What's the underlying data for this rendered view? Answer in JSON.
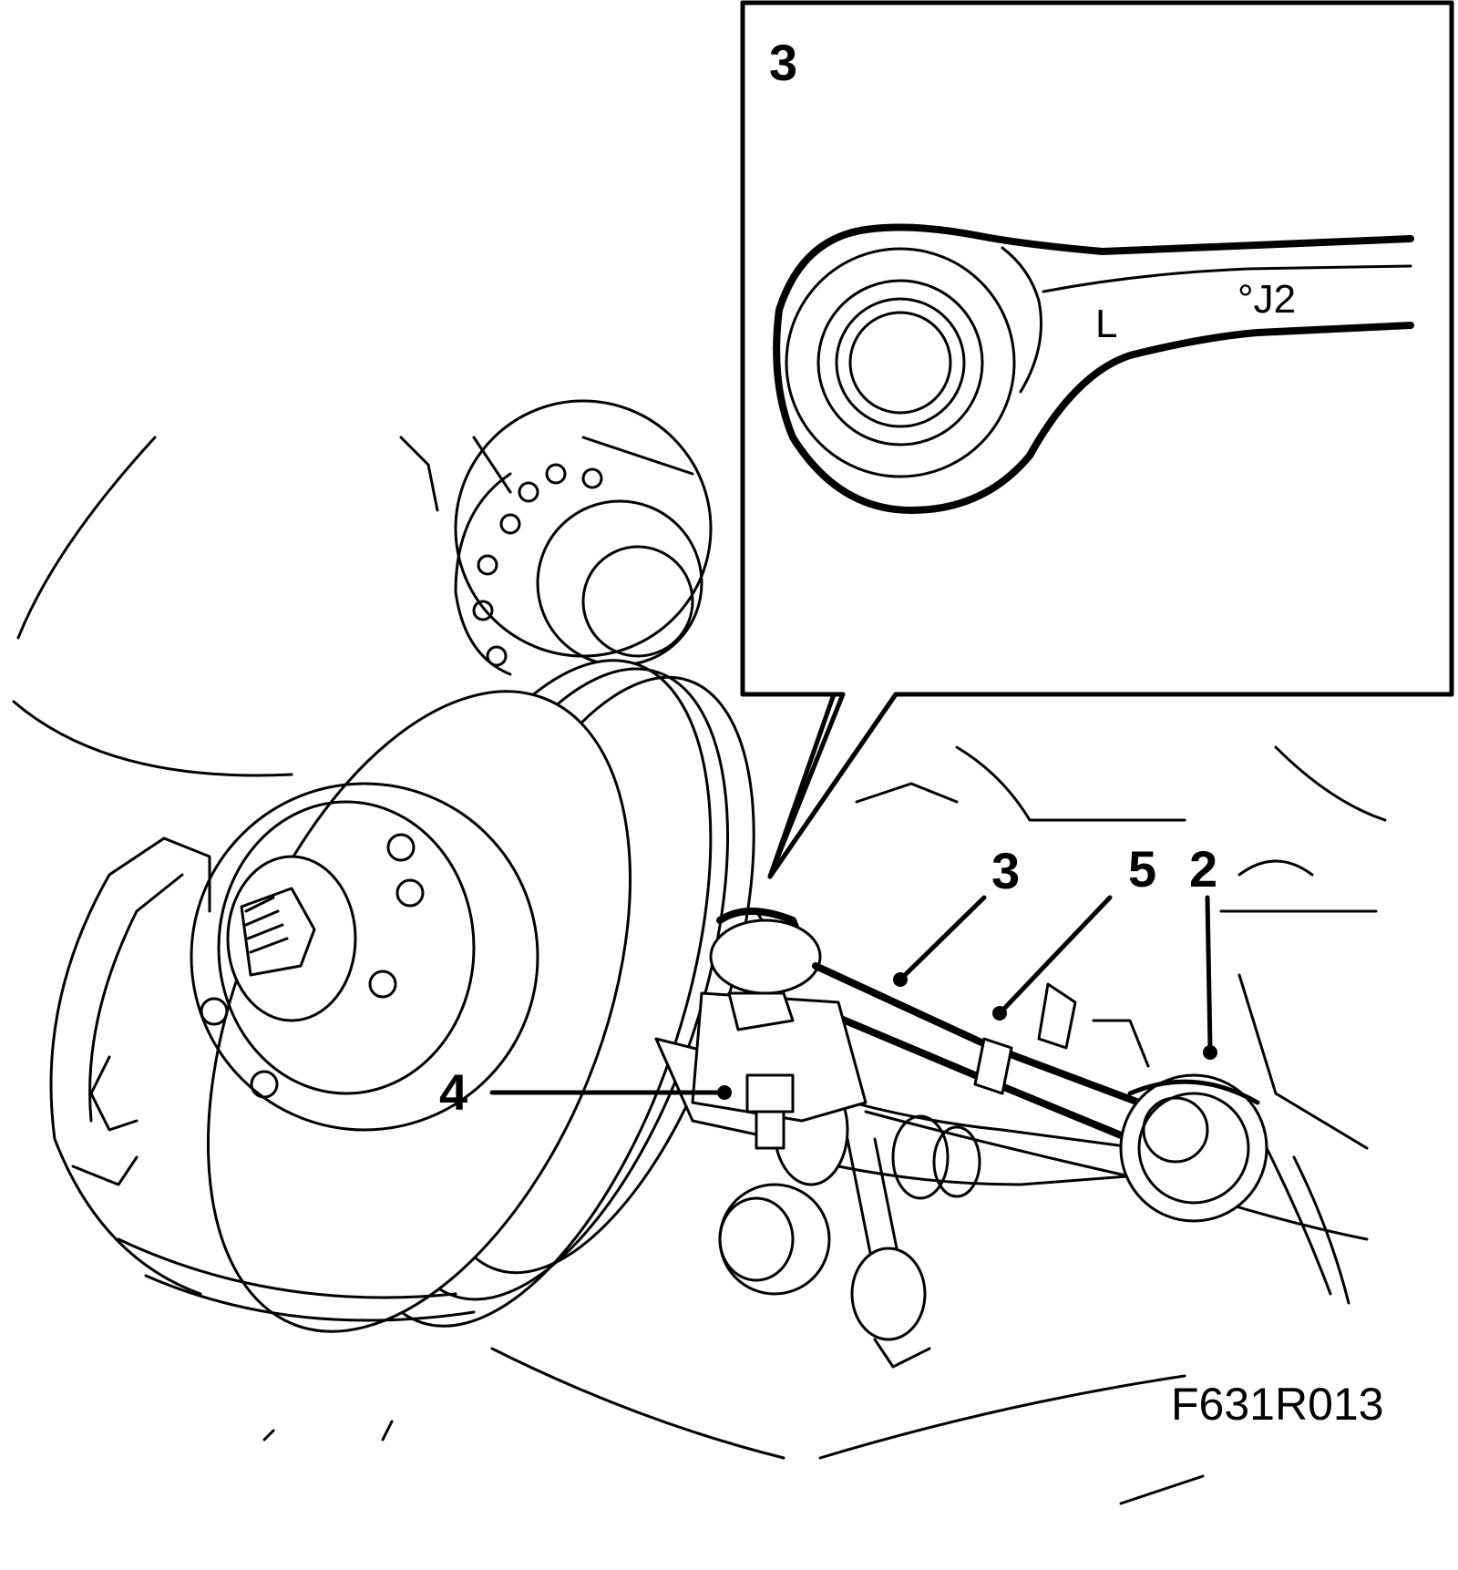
{
  "figure_id": "F631R013",
  "inset": {
    "label": "3",
    "stamp_letter": "L",
    "stamp_code": "°J2"
  },
  "callouts": [
    {
      "id": "4",
      "label": "4"
    },
    {
      "id": "3",
      "label": "3"
    },
    {
      "id": "5",
      "label": "5"
    },
    {
      "id": "2",
      "label": "2"
    }
  ]
}
